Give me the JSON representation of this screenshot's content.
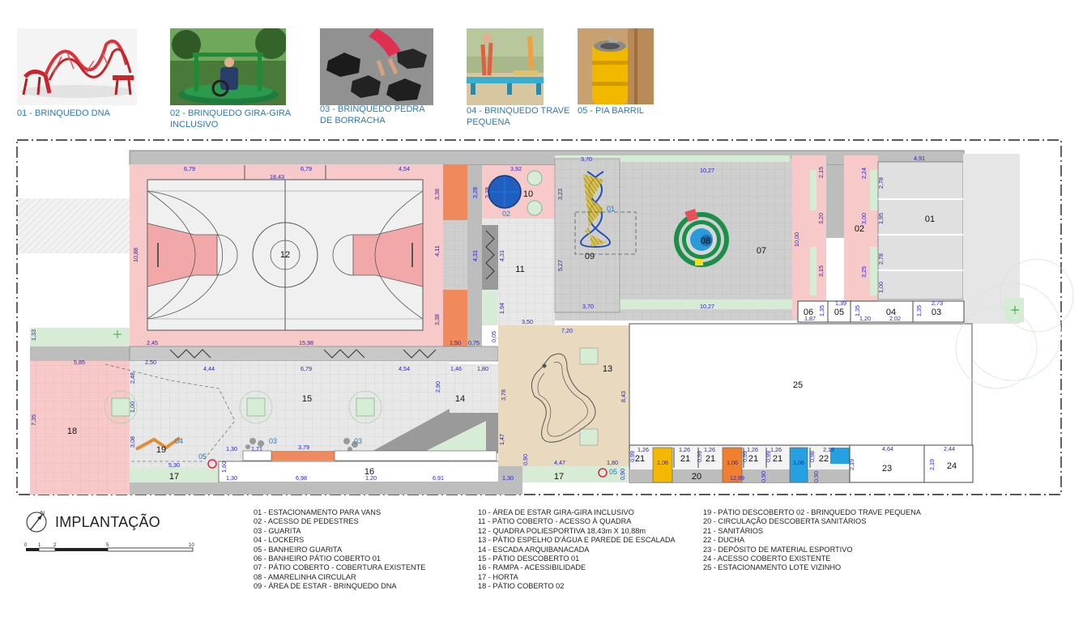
{
  "thumbnails": [
    {
      "caption": "01 - BRINQUEDO  DNA",
      "icon": "dna-play-structure"
    },
    {
      "caption": "02 - BRINQUEDO GIRA-GIRA\nINCLUSIVO",
      "icon": "inclusive-merry-go-round"
    },
    {
      "caption": "03 - BRINQUEDO PEDRA\nDE BORRACHA",
      "icon": "rubber-stones"
    },
    {
      "caption": "04 - BRINQUEDO TRAVE\nPEQUENA",
      "icon": "balance-beam"
    },
    {
      "caption": "05 - PIA BARRIL",
      "icon": "barrel-sink"
    }
  ],
  "plan": {
    "title": "IMPLANTAÇÃO",
    "scale_labels": [
      "0",
      "1",
      "2",
      "5",
      "10"
    ],
    "areas": {
      "a01": "01",
      "a02": "02",
      "a03": "03",
      "a04": "04",
      "a05": "05",
      "a06": "06",
      "a07": "07",
      "a08": "08",
      "a09": "09",
      "a10": "10",
      "a11": "11",
      "a12": "12",
      "a13": "13",
      "a14": "14",
      "a15": "15",
      "a16": "16",
      "a17a": "17",
      "a17b": "17",
      "a18": "18",
      "a19": "19",
      "a20": "20",
      "a21a": "21",
      "a21b": "21",
      "a21c": "21",
      "a21d": "21",
      "a21e": "21",
      "a22": "22",
      "a23": "23",
      "a24": "24",
      "a25": "25"
    },
    "equipment_tags": {
      "e01": "01",
      "e02": "02",
      "e03a": "03",
      "e03b": "03",
      "e04": "04",
      "e05a": "05",
      "e05b": "05"
    },
    "dimensions": {
      "d1": "6,79",
      "d2": "18,43",
      "d3": "6,79",
      "d4": "4,54",
      "d5": "3,92",
      "d6": "3,70",
      "d7": "10,27",
      "d8": "4,91",
      "d9": "10,88",
      "d10": "3,38",
      "d11": "4,11",
      "d12": "3,38",
      "d13": "3,28",
      "d14": "3,28",
      "d15": "3,23",
      "d16": "4,31",
      "d17": "4,31",
      "d18": "5,27",
      "d19": "1,94",
      "d20": "3,50",
      "d21": "3,70",
      "d22": "10,27",
      "d23": "7,20",
      "d24": "2,15",
      "d25": "3,20",
      "d26": "10,00",
      "d27": "3,15",
      "d28": "2,24",
      "d29": "3,00",
      "d30": "3,25",
      "d31": "2,78",
      "d32": "1,95",
      "d33": "2,78",
      "d34": "1,00",
      "d35": "1,39",
      "d36": "1,35",
      "d37": "1,35",
      "d38": "1,35",
      "d39": "2,73",
      "d40": "1,87",
      "d41": "1,20",
      "d42": "2,02",
      "d43": "1,33",
      "d44": "2,45",
      "d45": "15,98",
      "d46": "1,50",
      "d47": "0,75",
      "d48": "0,05",
      "d49": "5,85",
      "d50": "2,50",
      "d51": "4,44",
      "d52": "6,79",
      "d53": "4,54",
      "d54": "1,46",
      "d55": "1,80",
      "d56": "2,48",
      "d57": "1,00",
      "d58": "2,90",
      "d59": "3,78",
      "d60": "8,43",
      "d61": "7,35",
      "d62": "3,08",
      "d63": "1,30",
      "d64": "1,71",
      "d65": "3,79",
      "d66": "1,47",
      "d67": "5,30",
      "d68": "1,60",
      "d69": "1,30",
      "d70": "6,98",
      "d71": "1,20",
      "d72": "6,91",
      "d73": "1,30",
      "d74": "0,90",
      "d75": "4,47",
      "d76": "1,80",
      "d77": "0,90",
      "d78": "1,26",
      "d79": "1,26",
      "d80": "1,26",
      "d81": "1,26",
      "d82": "1,26",
      "d83": "1,06",
      "d84": "1,06",
      "d85": "1,06",
      "d86": "0,99",
      "d87": "0,99",
      "d88": "0,99",
      "d89": "0,99",
      "d90": "0,98",
      "d91": "2,18",
      "d92": "12,99",
      "d93": "0,90",
      "d94": "4,64",
      "d95": "2,44",
      "d96": "2,19",
      "d97": "2,19",
      "d98": "0,90"
    }
  },
  "legend": [
    [
      "01 - ESTACIONAMENTO PARA VANS",
      "02 - ACESSO DE PEDESTRES",
      "03 - GUARITA",
      "04 - LOCKERS",
      "05 - BANHEIRO GUARITA",
      "06 - BANHEIRO PÁTIO COBERTO 01",
      "07 - PÁTIO COBERTO - COBERTURA EXISTENTE",
      "08 - AMARELINHA CIRCULAR",
      "09 - ÁREA DE ESTAR - BRINQUEDO DNA"
    ],
    [
      "10 - ÁREA DE ESTAR GIRA-GIRA INCLUSIVO",
      "11 - PÁTIO COBERTO - ACESSO À QUADRA",
      "12 - QUADRA POLIESPORTIVA 18,43m X 10,88m",
      "13 - PÁTIO ESPELHO D'ÁGUA E PAREDE DE ESCALADA",
      "14 - ESCADA ARQUIBANACADA",
      "15 - PÁTIO DESCOBERTO 01",
      "16 - RAMPA - ACESSIBILIDADE",
      "17 - HORTA",
      "18 - PÁTIO COBERTO 02"
    ],
    [
      "19 - PÁTIO DESCOBERTO 02 - BRINQUEDO TRAVE PEQUENA",
      "20 - CIRCULAÇÃO DESCOBERTA SANITÁRIOS",
      "21 - SANITÁRIOS",
      "22 - DUCHA",
      "23 - DEPÓSITO DE MATERIAL ESPORTIVO",
      "24 - ACESSO COBERTO EXISTENTE",
      "25 - ESTACIONAMENTO LOTE VIZINHO"
    ]
  ],
  "colors": {
    "pink": "#f7c9c9",
    "green": "#d6ecd5",
    "grey": "#d9d9d9",
    "tan": "#e8d9bf",
    "dim_blue": "#2323c8",
    "blue_tag": "#2a7ab8",
    "orange": "#f08050",
    "yellow": "#f5b800"
  }
}
